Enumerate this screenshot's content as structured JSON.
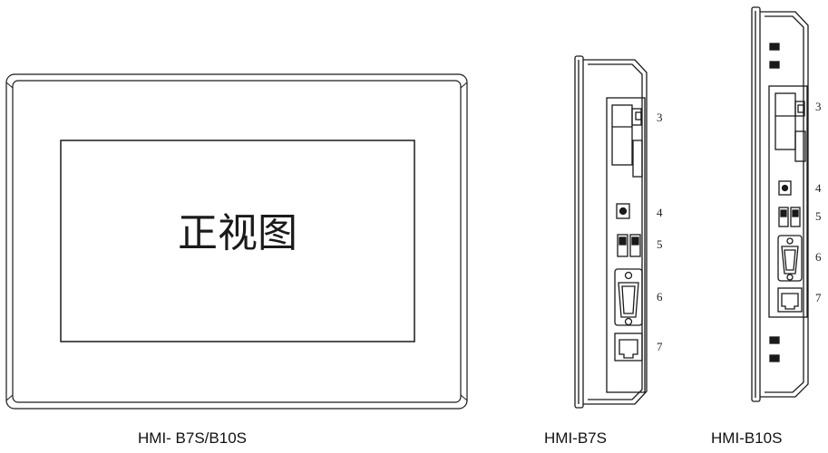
{
  "front_view": {
    "screen_label": "正视图",
    "caption": "HMI- B7S/B10S"
  },
  "side_view_b7s": {
    "caption": "HMI-B7S",
    "port_labels": [
      "3",
      "4",
      "5",
      "6",
      "7"
    ]
  },
  "side_view_b10s": {
    "caption": "HMI-B10S",
    "port_labels": [
      "3",
      "4",
      "5",
      "6",
      "7"
    ]
  },
  "colors": {
    "line": "#1a1a1a",
    "background": "#ffffff"
  }
}
